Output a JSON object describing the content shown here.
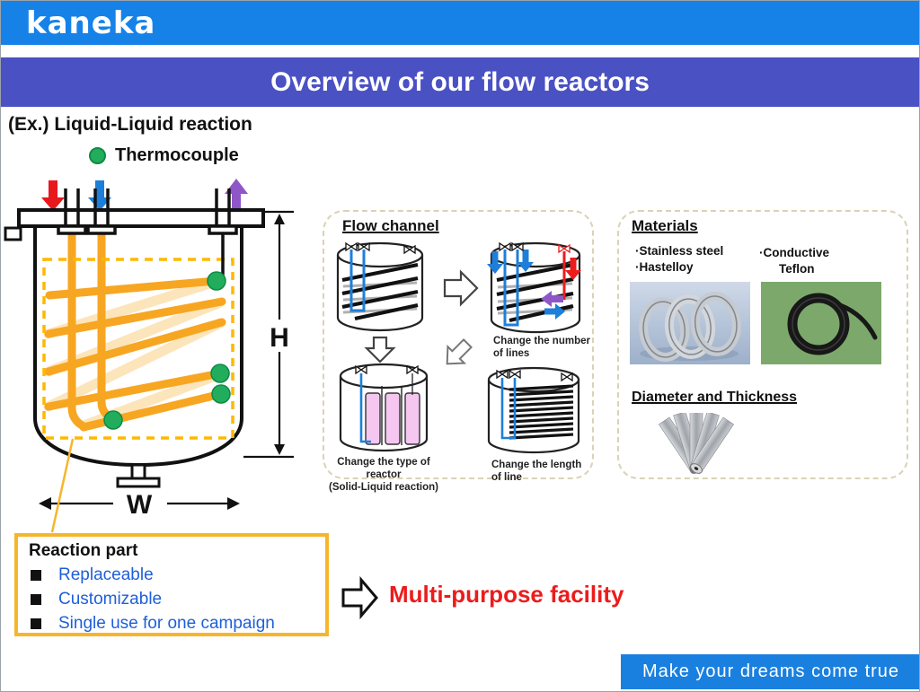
{
  "header": {
    "logo": "kaneka"
  },
  "title_banner": {
    "text": "Overview of our flow reactors"
  },
  "example": {
    "heading": "(Ex.) Liquid-Liquid reaction",
    "legend": "Thermocouple",
    "dim_h": "H",
    "dim_w": "W"
  },
  "flow_channel": {
    "title": "Flow channel",
    "caption_number": [
      "Change the number",
      "of lines"
    ],
    "caption_type": [
      "Change the type of reactor",
      "(Solid-Liquid reaction)"
    ],
    "caption_length": [
      "Change the length",
      "of line"
    ]
  },
  "materials": {
    "title": "Materials",
    "item_stainless": "·Stainless steel",
    "item_hastelloy": "·Hastelloy",
    "item_teflon": [
      "·Conductive",
      "Teflon"
    ],
    "diameter_title": "Diameter and Thickness"
  },
  "reaction_part": {
    "title": "Reaction part",
    "bullets": [
      "Replaceable",
      "Customizable",
      "Single use for one campaign"
    ]
  },
  "conclusion": {
    "text": "Multi-purpose facility"
  },
  "footer": {
    "slogan": "Make your dreams come true"
  },
  "colors": {
    "header_blue": "#1682e8",
    "banner_purple": "#4a51c3",
    "footer_blue": "#1a80df",
    "coil_orange": "#f7a622",
    "zone_dash_orange": "#ffb800",
    "box_border_gold": "#f7b52c",
    "bullet_blue": "#1e5fd9",
    "accent_red": "#ec1c1c",
    "flow_blue": "#1d7fd9",
    "outlet_purple": "#8f56c7",
    "thermocouple_green": "#22ad5c",
    "panel_dash": "#d9d3b5"
  }
}
